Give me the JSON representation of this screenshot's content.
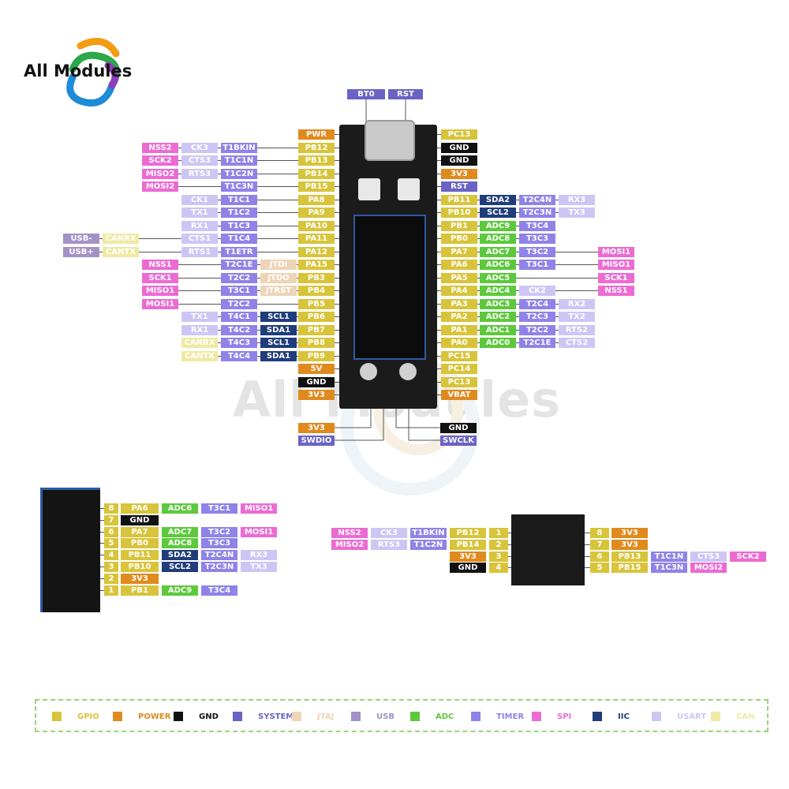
{
  "brand": {
    "name": "All Modules",
    "watermark": "All Modules"
  },
  "colors": {
    "gpio": "#d8c43a",
    "power": "#e08a1e",
    "gnd": "#111111",
    "system": "#6b63c4",
    "jtag": "#efd4b8",
    "usb": "#a292c6",
    "adc": "#5cc93c",
    "timer": "#8f83e8",
    "spi": "#ec6bd2",
    "iic": "#1f3d7a",
    "usart": "#cdc6f5",
    "can": "#eeeaa4"
  },
  "top_buttons": [
    "BT0",
    "RST"
  ],
  "left_header": [
    {
      "pin": "PWR",
      "type": "power",
      "funcs": []
    },
    {
      "pin": "PB12",
      "type": "gpio",
      "funcs": [
        [
          "T1BKIN",
          "timer"
        ],
        [
          "CK3",
          "usart"
        ],
        [
          "NSS2",
          "spi"
        ]
      ]
    },
    {
      "pin": "PB13",
      "type": "gpio",
      "funcs": [
        [
          "T1C1N",
          "timer"
        ],
        [
          "CTS3",
          "usart"
        ],
        [
          "SCK2",
          "spi"
        ]
      ]
    },
    {
      "pin": "PB14",
      "type": "gpio",
      "funcs": [
        [
          "T1C2N",
          "timer"
        ],
        [
          "RTS3",
          "usart"
        ],
        [
          "MISO2",
          "spi"
        ]
      ]
    },
    {
      "pin": "PB15",
      "type": "gpio",
      "funcs": [
        [
          "T1C3N",
          "timer"
        ],
        [
          "MOSI2",
          "spi"
        ]
      ]
    },
    {
      "pin": "PA8",
      "type": "gpio",
      "funcs": [
        [
          "T1C1",
          "timer"
        ],
        [
          "CK1",
          "usart"
        ]
      ]
    },
    {
      "pin": "PA9",
      "type": "gpio",
      "funcs": [
        [
          "T1C2",
          "timer"
        ],
        [
          "TX1",
          "usart"
        ]
      ]
    },
    {
      "pin": "PA10",
      "type": "gpio",
      "funcs": [
        [
          "T1C3",
          "timer"
        ],
        [
          "RX1",
          "usart"
        ]
      ]
    },
    {
      "pin": "PA11",
      "type": "gpio",
      "funcs": [
        [
          "T1C4",
          "timer"
        ],
        [
          "CTS1",
          "usart"
        ],
        [
          "CANRX",
          "can"
        ],
        [
          "USB-",
          "usb"
        ]
      ]
    },
    {
      "pin": "PA12",
      "type": "gpio",
      "funcs": [
        [
          "T1ETR",
          "timer"
        ],
        [
          "RTS1",
          "usart"
        ],
        [
          "CANTX",
          "can"
        ],
        [
          "USB+",
          "usb"
        ]
      ]
    },
    {
      "pin": "PA15",
      "type": "gpio",
      "funcs": [
        [
          "JTDI",
          "jtag"
        ],
        [
          "T2C1E",
          "timer"
        ],
        [
          "NSS1",
          "spi"
        ]
      ]
    },
    {
      "pin": "PB3",
      "type": "gpio",
      "funcs": [
        [
          "JTDO",
          "jtag"
        ],
        [
          "T2C2",
          "timer"
        ],
        [
          "SCK1",
          "spi"
        ]
      ]
    },
    {
      "pin": "PB4",
      "type": "gpio",
      "funcs": [
        [
          "JTRST",
          "jtag"
        ],
        [
          "T3C1",
          "timer"
        ],
        [
          "MISO1",
          "spi"
        ]
      ]
    },
    {
      "pin": "PB5",
      "type": "gpio",
      "funcs": [
        [
          "T2C2",
          "timer"
        ],
        [
          "MOSI1",
          "spi"
        ]
      ]
    },
    {
      "pin": "PB6",
      "type": "gpio",
      "funcs": [
        [
          "SCL1",
          "iic"
        ],
        [
          "T4C1",
          "timer"
        ],
        [
          "TX1",
          "usart"
        ]
      ]
    },
    {
      "pin": "PB7",
      "type": "gpio",
      "funcs": [
        [
          "SDA1",
          "iic"
        ],
        [
          "T4C2",
          "timer"
        ],
        [
          "RX1",
          "usart"
        ]
      ]
    },
    {
      "pin": "PB8",
      "type": "gpio",
      "funcs": [
        [
          "SCL1",
          "iic"
        ],
        [
          "T4C3",
          "timer"
        ],
        [
          "CANRX",
          "can"
        ]
      ]
    },
    {
      "pin": "PB9",
      "type": "gpio",
      "funcs": [
        [
          "SDA1",
          "iic"
        ],
        [
          "T4C4",
          "timer"
        ],
        [
          "CANTX",
          "can"
        ]
      ]
    },
    {
      "pin": "5V",
      "type": "power",
      "funcs": []
    },
    {
      "pin": "GND",
      "type": "gnd",
      "funcs": []
    },
    {
      "pin": "3V3",
      "type": "power",
      "funcs": []
    }
  ],
  "right_header": [
    {
      "pin": "PC13",
      "type": "gpio",
      "funcs": []
    },
    {
      "pin": "GND",
      "type": "gnd",
      "funcs": []
    },
    {
      "pin": "GND",
      "type": "gnd",
      "funcs": []
    },
    {
      "pin": "3V3",
      "type": "power",
      "funcs": []
    },
    {
      "pin": "RST",
      "type": "system",
      "funcs": []
    },
    {
      "pin": "PB11",
      "type": "gpio",
      "funcs": [
        [
          "SDA2",
          "iic"
        ],
        [
          "T2C4N",
          "timer"
        ],
        [
          "RX3",
          "usart"
        ]
      ]
    },
    {
      "pin": "PB10",
      "type": "gpio",
      "funcs": [
        [
          "SCL2",
          "iic"
        ],
        [
          "T2C3N",
          "timer"
        ],
        [
          "TX3",
          "usart"
        ]
      ]
    },
    {
      "pin": "PB1",
      "type": "gpio",
      "funcs": [
        [
          "ADC9",
          "adc"
        ],
        [
          "T3C4",
          "timer"
        ]
      ]
    },
    {
      "pin": "PB0",
      "type": "gpio",
      "funcs": [
        [
          "ADC8",
          "adc"
        ],
        [
          "T3C3",
          "timer"
        ]
      ]
    },
    {
      "pin": "PA7",
      "type": "gpio",
      "funcs": [
        [
          "ADC7",
          "adc"
        ],
        [
          "T3C2",
          "timer"
        ],
        [
          "MOSI1",
          "spi"
        ]
      ]
    },
    {
      "pin": "PA6",
      "type": "gpio",
      "funcs": [
        [
          "ADC6",
          "adc"
        ],
        [
          "T3C1",
          "timer"
        ],
        [
          "MISO1",
          "spi"
        ]
      ]
    },
    {
      "pin": "PA5",
      "type": "gpio",
      "funcs": [
        [
          "ADC5",
          "adc"
        ],
        [
          "SCK1",
          "spi"
        ]
      ]
    },
    {
      "pin": "PA4",
      "type": "gpio",
      "funcs": [
        [
          "ADC4",
          "adc"
        ],
        [
          "CK2",
          "usart"
        ],
        [
          "NSS1",
          "spi"
        ]
      ]
    },
    {
      "pin": "PA3",
      "type": "gpio",
      "funcs": [
        [
          "ADC3",
          "adc"
        ],
        [
          "T2C4",
          "timer"
        ],
        [
          "RX2",
          "usart"
        ]
      ]
    },
    {
      "pin": "PA2",
      "type": "gpio",
      "funcs": [
        [
          "ADC2",
          "adc"
        ],
        [
          "T2C3",
          "timer"
        ],
        [
          "TX2",
          "usart"
        ]
      ]
    },
    {
      "pin": "PA1",
      "type": "gpio",
      "funcs": [
        [
          "ADC1",
          "adc"
        ],
        [
          "T2C2",
          "timer"
        ],
        [
          "RTS2",
          "usart"
        ]
      ]
    },
    {
      "pin": "PA0",
      "type": "gpio",
      "funcs": [
        [
          "ADC0",
          "adc"
        ],
        [
          "T2C1E",
          "timer"
        ],
        [
          "CTS2",
          "usart"
        ]
      ]
    },
    {
      "pin": "PC15",
      "type": "gpio",
      "funcs": []
    },
    {
      "pin": "PC14",
      "type": "gpio",
      "funcs": []
    },
    {
      "pin": "PC13",
      "type": "gpio",
      "funcs": []
    },
    {
      "pin": "VBAT",
      "type": "power",
      "funcs": []
    }
  ],
  "swd": [
    {
      "label": "3V3",
      "type": "power"
    },
    {
      "label": "SWDIO",
      "type": "system"
    },
    {
      "label": "GND",
      "type": "gnd"
    },
    {
      "label": "SWCLK",
      "type": "system"
    }
  ],
  "display_header": [
    {
      "num": "8",
      "pin": "PA6",
      "type": "gpio",
      "funcs": [
        [
          "ADC6",
          "adc"
        ],
        [
          "T3C1",
          "timer"
        ],
        [
          "MISO1",
          "spi"
        ]
      ]
    },
    {
      "num": "7",
      "pin": "GND",
      "type": "gnd",
      "funcs": []
    },
    {
      "num": "6",
      "pin": "PA7",
      "type": "gpio",
      "funcs": [
        [
          "ADC7",
          "adc"
        ],
        [
          "T3C2",
          "timer"
        ],
        [
          "MOSI1",
          "spi"
        ]
      ]
    },
    {
      "num": "5",
      "pin": "PB0",
      "type": "gpio",
      "funcs": [
        [
          "ADC8",
          "adc"
        ],
        [
          "T3C3",
          "timer"
        ]
      ]
    },
    {
      "num": "4",
      "pin": "PB11",
      "type": "gpio",
      "funcs": [
        [
          "SDA2",
          "iic"
        ],
        [
          "T2C4N",
          "timer"
        ],
        [
          "RX3",
          "usart"
        ]
      ]
    },
    {
      "num": "3",
      "pin": "PB10",
      "type": "gpio",
      "funcs": [
        [
          "SCL2",
          "iic"
        ],
        [
          "T2C3N",
          "timer"
        ],
        [
          "TX3",
          "usart"
        ]
      ]
    },
    {
      "num": "2",
      "pin": "3V3",
      "type": "power",
      "funcs": []
    },
    {
      "num": "1",
      "pin": "PB1",
      "type": "gpio",
      "funcs": [
        [
          "ADC9",
          "adc"
        ],
        [
          "T3C4",
          "timer"
        ]
      ]
    }
  ],
  "flash_left": [
    {
      "num": "1",
      "pin": "PB12",
      "type": "gpio",
      "funcs": [
        [
          "T1BKIN",
          "timer"
        ],
        [
          "CK3",
          "usart"
        ],
        [
          "NSS2",
          "spi"
        ]
      ]
    },
    {
      "num": "2",
      "pin": "PB14",
      "type": "gpio",
      "funcs": [
        [
          "T1C2N",
          "timer"
        ],
        [
          "RTS3",
          "usart"
        ],
        [
          "MISO2",
          "spi"
        ]
      ]
    },
    {
      "num": "3",
      "pin": "3V3",
      "type": "power",
      "funcs": []
    },
    {
      "num": "4",
      "pin": "GND",
      "type": "gnd",
      "funcs": []
    }
  ],
  "flash_right": [
    {
      "num": "8",
      "pin": "3V3",
      "type": "power",
      "funcs": []
    },
    {
      "num": "7",
      "pin": "3V3",
      "type": "power",
      "funcs": []
    },
    {
      "num": "6",
      "pin": "PB13",
      "type": "gpio",
      "funcs": [
        [
          "T1C1N",
          "timer"
        ],
        [
          "CTS3",
          "usart"
        ],
        [
          "SCK2",
          "spi"
        ]
      ]
    },
    {
      "num": "5",
      "pin": "PB15",
      "type": "gpio",
      "funcs": [
        [
          "T1C3N",
          "timer"
        ],
        [
          "MOSI2",
          "spi"
        ]
      ]
    }
  ],
  "legend": [
    {
      "key": "gpio",
      "label": "GPIO"
    },
    {
      "key": "power",
      "label": "POWER"
    },
    {
      "key": "gnd",
      "label": "GND"
    },
    {
      "key": "system",
      "label": "SYSTEM"
    },
    {
      "key": "jtag",
      "label": "JTAJ"
    },
    {
      "key": "usb",
      "label": "USB"
    },
    {
      "key": "adc",
      "label": "ADC"
    },
    {
      "key": "timer",
      "label": "TIMER"
    },
    {
      "key": "spi",
      "label": "SPI"
    },
    {
      "key": "iic",
      "label": "IIC"
    },
    {
      "key": "usart",
      "label": "USART"
    },
    {
      "key": "can",
      "label": "CAN"
    }
  ]
}
